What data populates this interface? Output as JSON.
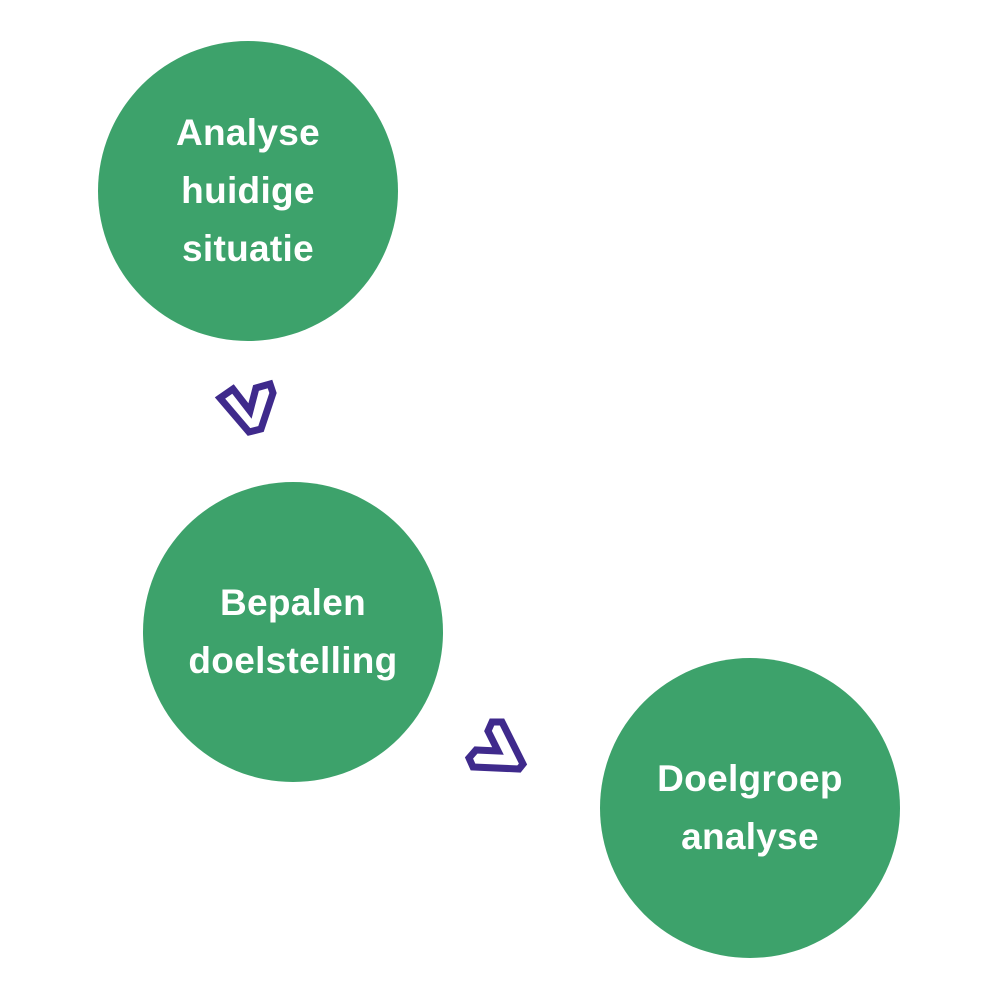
{
  "colors": {
    "circle": "#3da26b",
    "arrow": "#3f2a8c",
    "text": "#ffffff"
  },
  "steps": [
    {
      "lines": [
        "Analyse",
        "huidige",
        "situatie"
      ]
    },
    {
      "lines": [
        "Bepalen",
        "doelstelling"
      ]
    },
    {
      "lines": [
        "Doelgroep",
        "analyse"
      ]
    }
  ],
  "connectors": [
    {
      "icon": "chevron-arrow-icon",
      "from": 1,
      "to": 2
    },
    {
      "icon": "chevron-arrow-icon",
      "from": 2,
      "to": 3
    }
  ]
}
